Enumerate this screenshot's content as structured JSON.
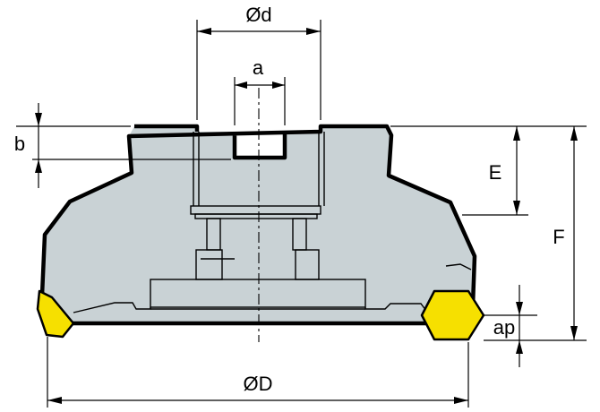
{
  "labels": {
    "bore_diameter": "Ød",
    "keyway_width": "a",
    "keyway_depth": "b",
    "height_E": "E",
    "height_F": "F",
    "depth_of_cut": "ap",
    "cutter_diameter": "ØD"
  },
  "colors": {
    "body": "#c9d2d5",
    "insert": "#f6e000",
    "outline": "#000000"
  }
}
